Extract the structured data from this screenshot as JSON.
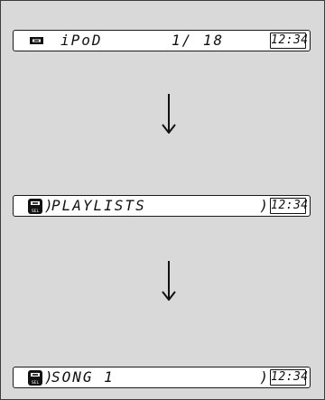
{
  "displays": [
    {
      "icon": "usb-icon",
      "left_text": "iPoD",
      "middle_text": "1/ 18",
      "clock": "12:34"
    },
    {
      "icon": "usb-sel-icon",
      "icon_sub_label": "SEL",
      "left_text": "PLAYLISTS",
      "paren": ")",
      "clock": "12:34"
    },
    {
      "icon": "usb-sel-icon",
      "icon_sub_label": "SEL",
      "left_text": "SONG 1",
      "paren": ")",
      "clock": "12:34"
    }
  ],
  "arrows": [
    "down-arrow-icon",
    "down-arrow-icon"
  ],
  "colors": {
    "background": "#d9d9d9",
    "display": "#ffffff",
    "ink": "#111111"
  }
}
